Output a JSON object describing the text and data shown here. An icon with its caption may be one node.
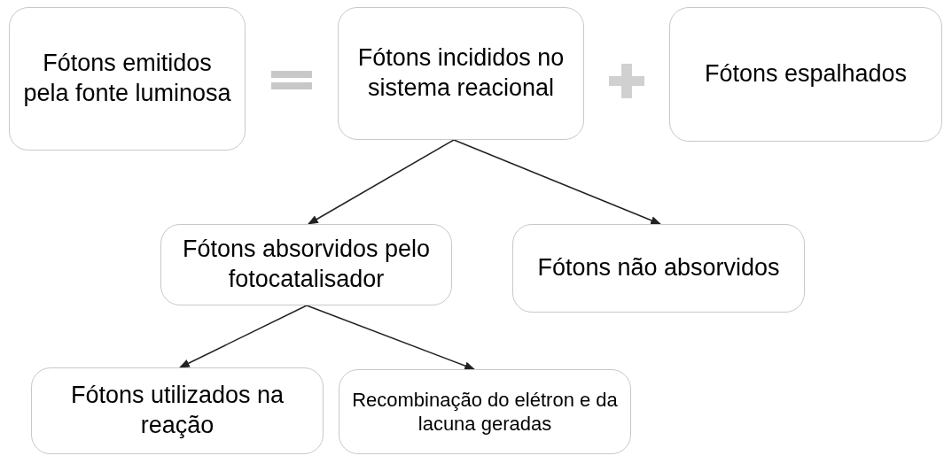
{
  "diagram": {
    "nodes": [
      {
        "text": [
          "Fótons emitidos pela fonte luminosa"
        ]
      },
      {
        "text": [
          "Fótons incididos no sistema reacional"
        ]
      },
      {
        "text": [
          "Fótons espalhados"
        ]
      },
      {
        "text": [
          "Fótons absorvidos pelo fotocatalisador"
        ]
      },
      {
        "text": [
          "Fótons não absorvidos"
        ]
      },
      {
        "text": [
          "Fótons utilizados na reação"
        ]
      },
      {
        "text": [
          "Recombinação do elétron e da lacuna geradas"
        ]
      }
    ],
    "edges": [
      {
        "from": 1,
        "to": 3,
        "arrow": "to"
      },
      {
        "from": 1,
        "to": 4,
        "arrow": "to"
      },
      {
        "from": 3,
        "to": 5,
        "arrow": "to"
      },
      {
        "from": 3,
        "to": 6,
        "arrow": "to"
      }
    ]
  }
}
